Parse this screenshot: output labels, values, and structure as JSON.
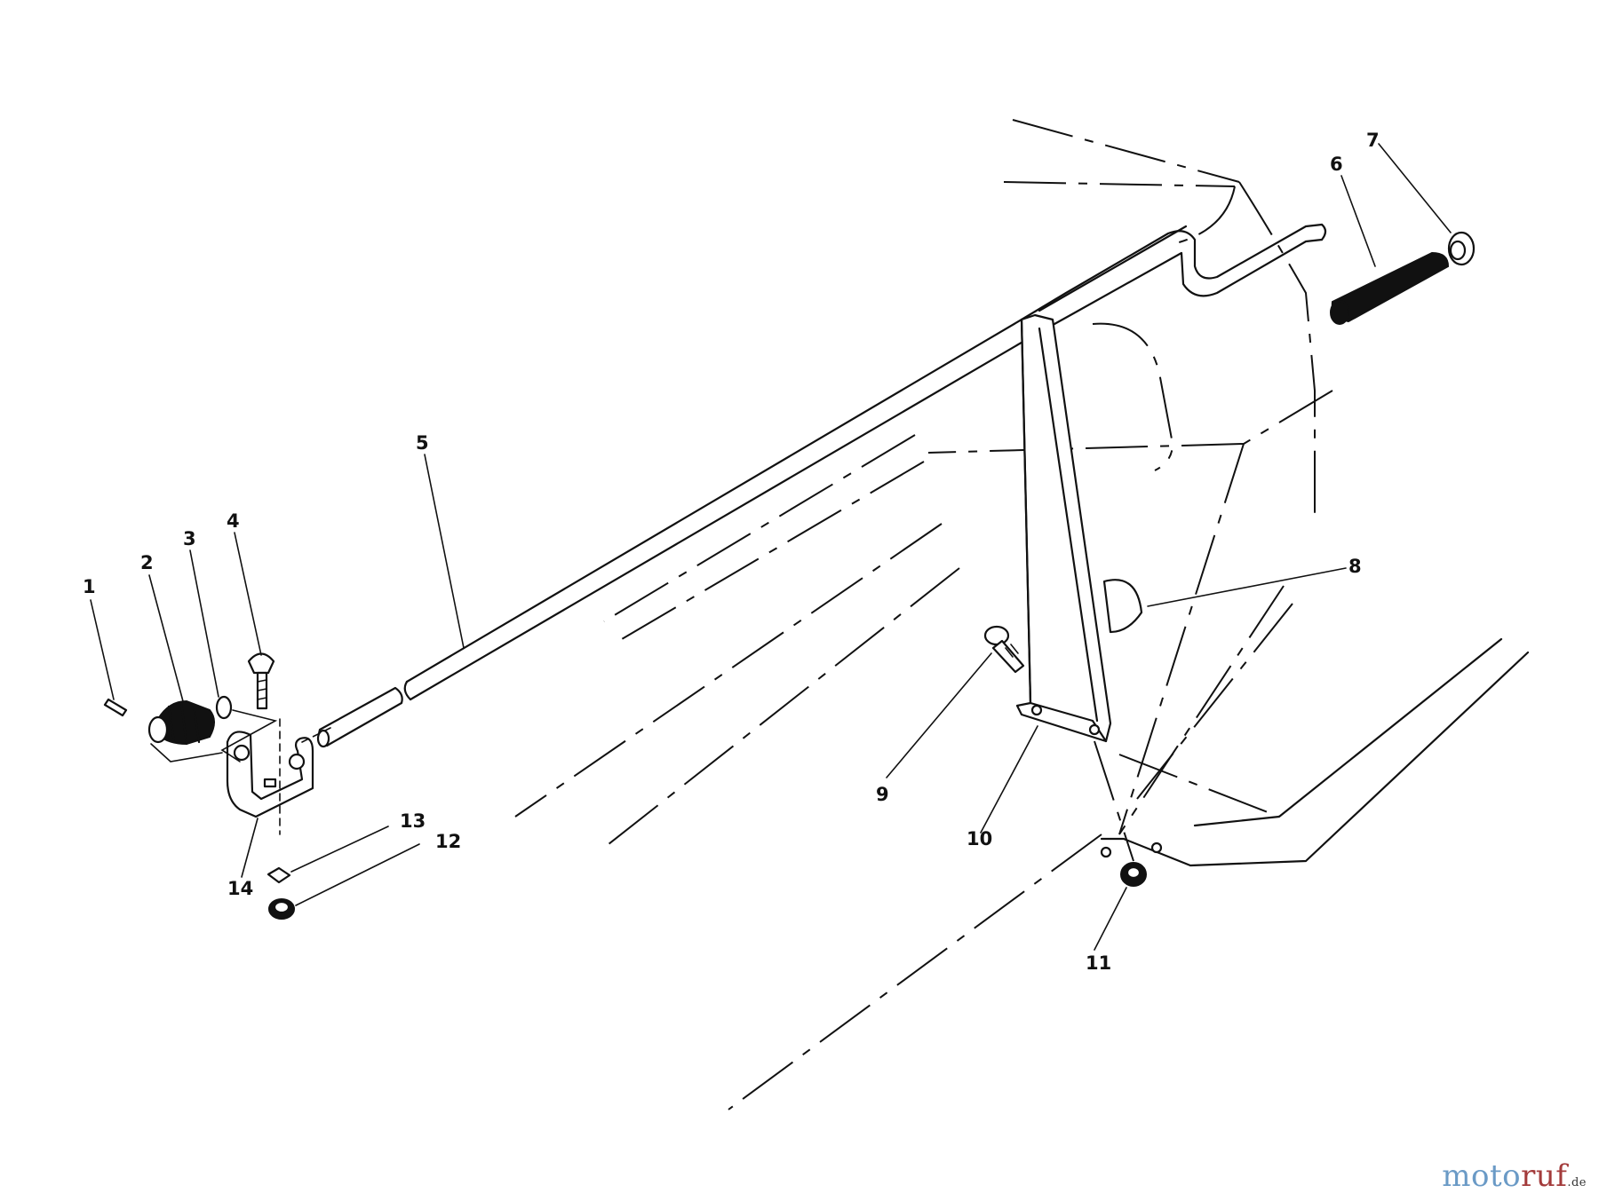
{
  "callouts": [
    "1",
    "2",
    "3",
    "4",
    "5",
    "6",
    "7",
    "8",
    "9",
    "10",
    "11",
    "12",
    "13",
    "14"
  ],
  "watermark": {
    "text_main": "moto",
    "text_accent": "ruf",
    "text_tld": ".de",
    "color_main": "#6a9ac6",
    "color_accent": "#a33b3b"
  }
}
